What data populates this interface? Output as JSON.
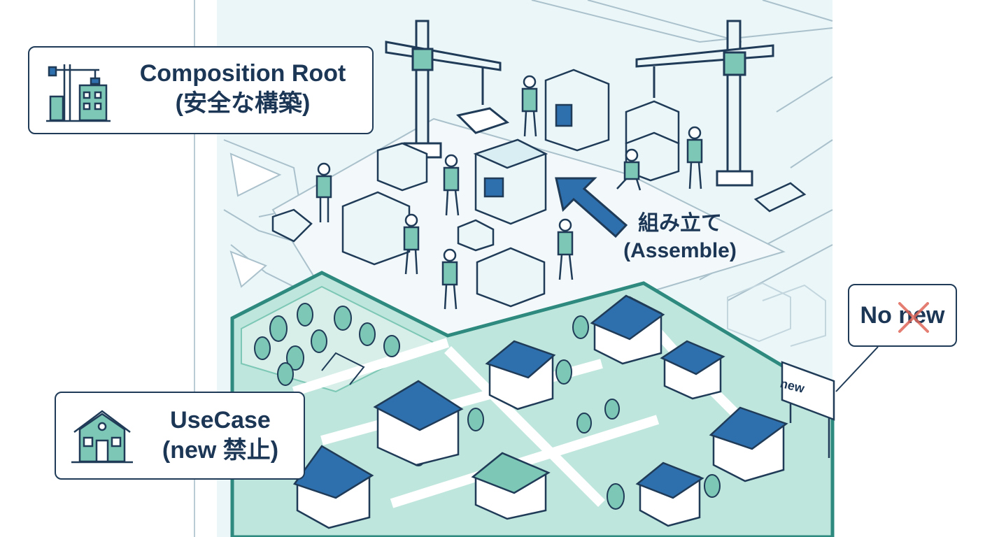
{
  "callouts": {
    "composition_root": {
      "title": "Composition Root",
      "subtitle": "(安全な構築)"
    },
    "usecase": {
      "title": "UseCase",
      "subtitle": "(new 禁止)"
    },
    "no_new": {
      "label": "No new"
    }
  },
  "annotation": {
    "line1": "組み立て",
    "line2": "(Assemble)"
  },
  "sign": {
    "label": "new"
  },
  "colors": {
    "ink": "#1f3b57",
    "accent_blue": "#2e6fae",
    "teal": "#7cc7b5",
    "mint": "#bfe6dc",
    "pale": "#eaf6f8",
    "cross": "#e0685a"
  },
  "icons": {
    "composition_root_icon": "crane-building-icon",
    "usecase_icon": "house-icon",
    "arrow": "arrow-left-up-icon",
    "cross": "x-icon"
  }
}
